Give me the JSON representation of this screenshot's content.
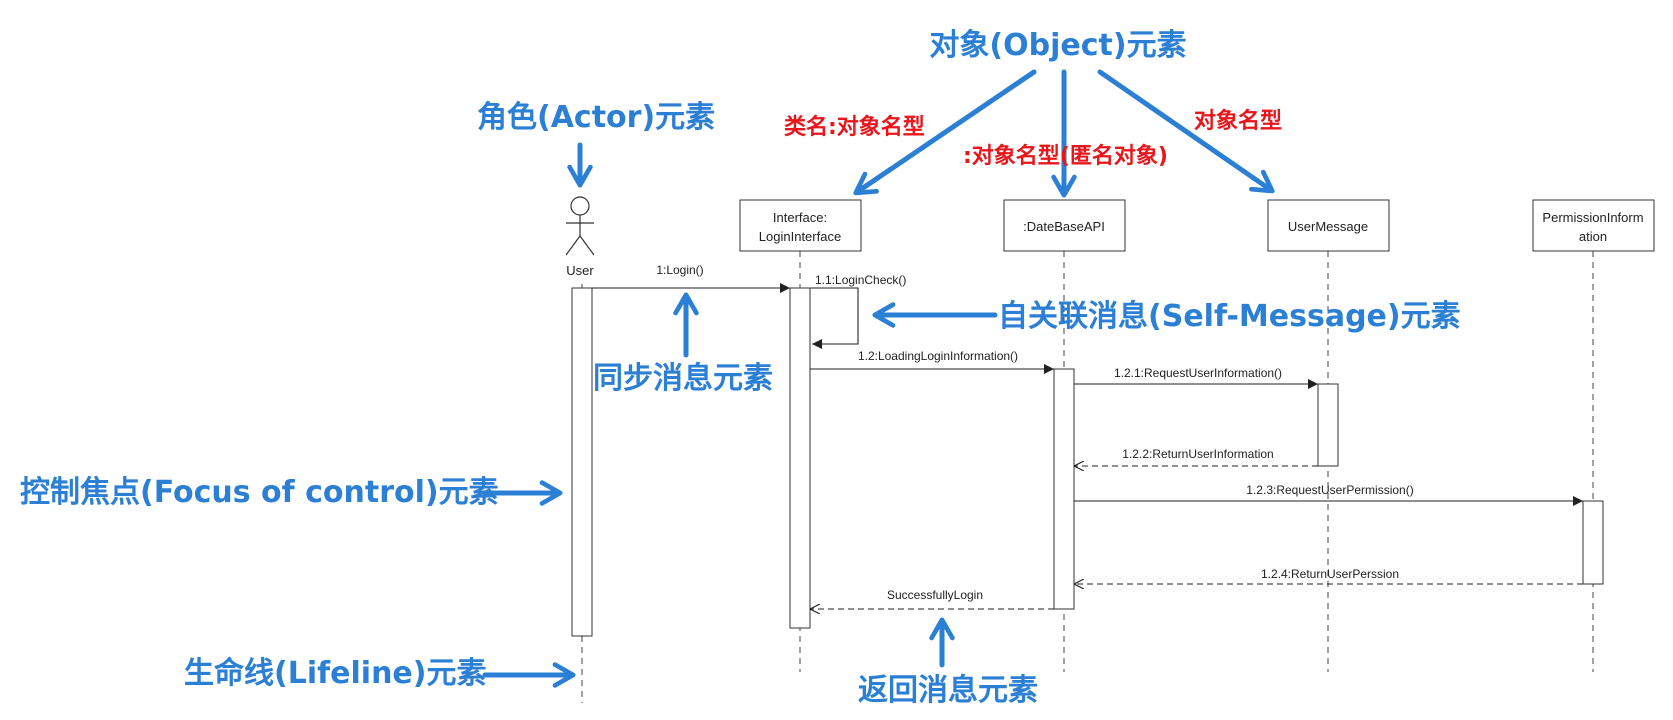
{
  "actor": {
    "name": "User"
  },
  "objects": [
    {
      "line1": "Interface:",
      "line2": "LoginInterface"
    },
    {
      "line1": ":DateBaseAPI",
      "line2": ""
    },
    {
      "line1": "UserMessage",
      "line2": ""
    },
    {
      "line1": "PermissionInform",
      "line2": "ation"
    }
  ],
  "messages": {
    "m1": "1:Login()",
    "m11": "1.1:LoginCheck()",
    "m12": "1.2:LoadingLoginInformation()",
    "m121": "1.2.1:RequestUserInformation()",
    "m122": "1.2.2:ReturnUserInformation",
    "m123": "1.2.3:RequestUserPermission()",
    "m124": "1.2.4:ReturnUserPerssion",
    "mret": "SuccessfullyLogin"
  },
  "annotations": {
    "object_element": "对象(Object)元素",
    "actor_element": "角色(Actor)元素",
    "class_object_type": "类名:对象名型",
    "anonymous_object_type": ":对象名型(匿名对象)",
    "object_name_type": "对象名型",
    "self_message": "自关联消息(Self-Message)元素",
    "sync_message": "同步消息元素",
    "focus_of_control": "控制焦点(Focus of control)元素",
    "lifeline": "生命线(Lifeline)元素",
    "return_message": "返回消息元素"
  },
  "colors": {
    "annotation_blue": "#2b7fd4",
    "annotation_red": "#e8161b",
    "diagram_line": "#333333"
  }
}
